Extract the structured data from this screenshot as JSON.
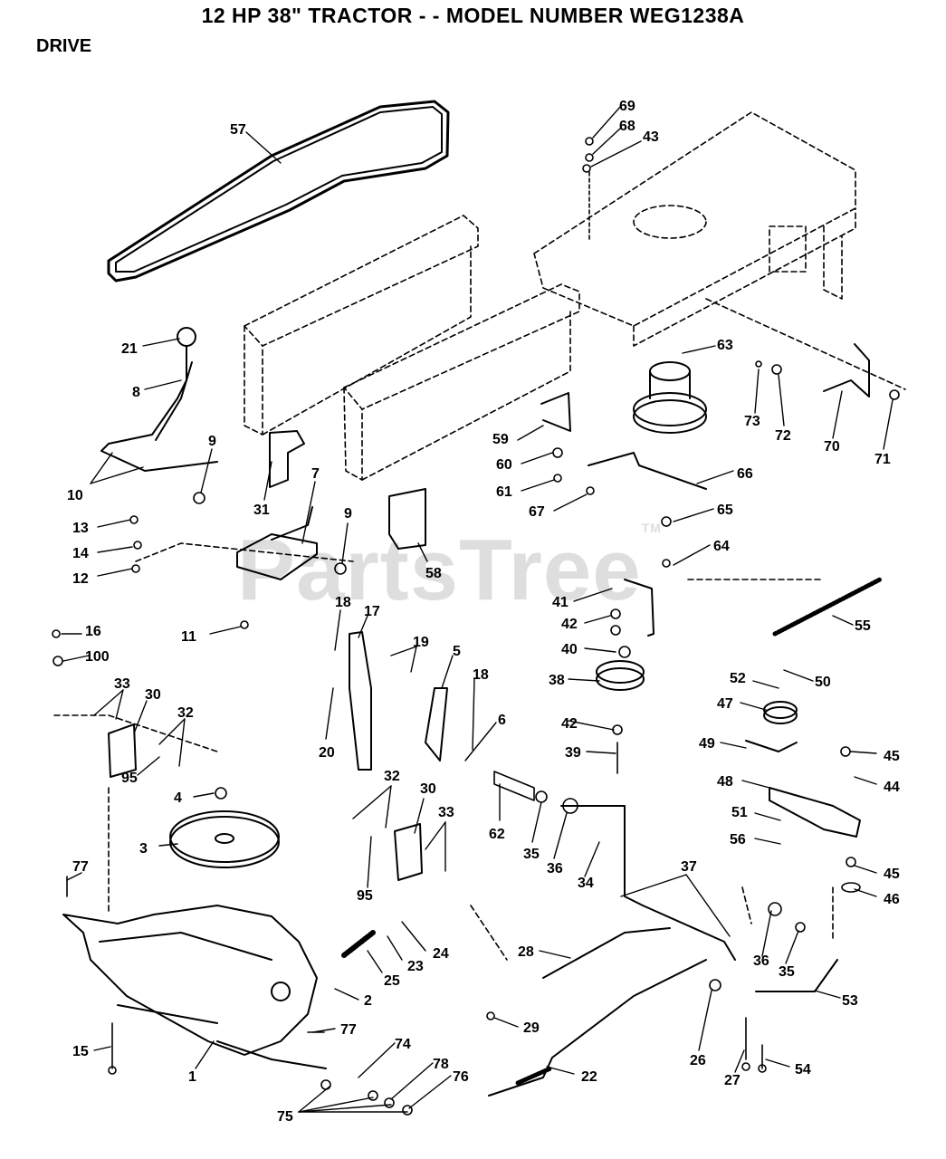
{
  "header": {
    "title": "12 HP 38\" TRACTOR - - MODEL NUMBER WEG1238A",
    "section": "DRIVE"
  },
  "watermark": {
    "text": "PartsTree",
    "tm": "TM"
  },
  "callouts": {
    "p57": "57",
    "p69": "69",
    "p68": "68",
    "p43": "43",
    "p21": "21",
    "p8": "8",
    "p63": "63",
    "p73": "73",
    "p72": "72",
    "p70": "70",
    "p71": "71",
    "p9a": "9",
    "p10": "10",
    "p31": "31",
    "p7": "7",
    "p59": "59",
    "p60": "60",
    "p61": "61",
    "p66": "66",
    "p67": "67",
    "p65": "65",
    "p64": "64",
    "p13": "13",
    "p14": "14",
    "p12": "12",
    "p9b": "9",
    "p58": "58",
    "p18a": "18",
    "p17": "17",
    "p41": "41",
    "p55": "55",
    "p42a": "42",
    "p16": "16",
    "p11": "11",
    "p100": "100",
    "p19": "19",
    "p5": "5",
    "p40": "40",
    "p18b": "18",
    "p52": "52",
    "p50": "50",
    "p38": "38",
    "p47": "47",
    "p33a": "33",
    "p30a": "30",
    "p32a": "32",
    "p20": "20",
    "p6": "6",
    "p42b": "42",
    "p49": "49",
    "p45a": "45",
    "p39": "39",
    "p44": "44",
    "p95a": "95",
    "p48": "48",
    "p4": "4",
    "p62": "62",
    "p32b": "32",
    "p30b": "30",
    "p33b": "33",
    "p51": "51",
    "p56": "56",
    "p3": "3",
    "p35a": "35",
    "p36a": "36",
    "p34": "34",
    "p95b": "95",
    "p37": "37",
    "p45b": "45",
    "p77a": "77",
    "p46": "46",
    "p24": "24",
    "p23": "23",
    "p28": "28",
    "p25": "25",
    "p36b": "36",
    "p35b": "35",
    "p2": "2",
    "p53": "53",
    "p77b": "77",
    "p29": "29",
    "p74": "74",
    "p15": "15",
    "p1": "1",
    "p26": "26",
    "p27": "27",
    "p54": "54",
    "p78": "78",
    "p76": "76",
    "p22": "22",
    "p75": "75"
  }
}
